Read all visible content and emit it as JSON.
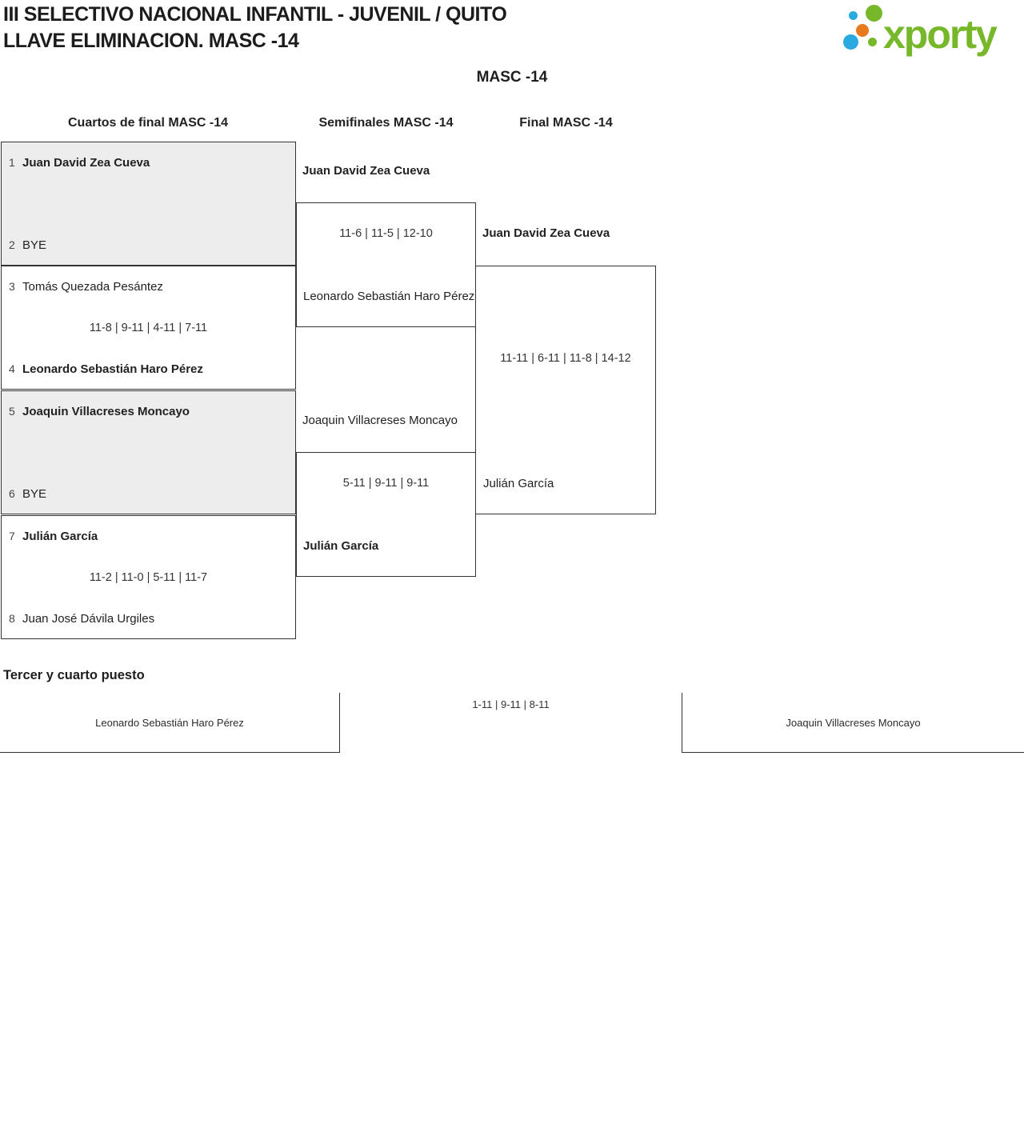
{
  "header": {
    "title_line1": "III SELECTIVO NACIONAL INFANTIL - JUVENIL / QUITO",
    "title_line2": "LLAVE ELIMINACION. MASC -14",
    "logo_text": "xporty"
  },
  "category_heading": "MASC -14",
  "round_headers": {
    "quarterfinals": "Cuartos de final MASC -14",
    "semifinals": "Semifinales MASC -14",
    "final": "Final MASC -14"
  },
  "bracket": {
    "quarterfinals": [
      {
        "seed1": "1",
        "player1": "Juan David Zea Cueva",
        "score": "",
        "seed2": "2",
        "player2": "BYE"
      },
      {
        "seed1": "3",
        "player1": "Tomás Quezada Pesántez",
        "score": "11-8 | 9-11 | 4-11 | 7-11",
        "seed2": "4",
        "player2": "Leonardo Sebastián Haro Pérez"
      },
      {
        "seed1": "5",
        "player1": "Joaquin Villacreses Moncayo",
        "score": "",
        "seed2": "6",
        "player2": "BYE"
      },
      {
        "seed1": "7",
        "player1": "Julián García",
        "score": "11-2 | 11-0 | 5-11 | 11-7",
        "seed2": "8",
        "player2": "Juan José Dávila Urgiles"
      }
    ],
    "semifinals": [
      {
        "player1": "Juan David Zea Cueva",
        "score": "11-6 | 11-5 | 12-10",
        "player2": "Leonardo Sebastián Haro Pérez"
      },
      {
        "player1": "Joaquin Villacreses Moncayo",
        "score": "5-11 | 9-11 | 9-11",
        "player2": "Julián García"
      }
    ],
    "final": {
      "player1": "Juan David Zea Cueva",
      "score": "11-11 | 6-11 | 11-8 | 14-12",
      "player2": "Julián García"
    }
  },
  "third_place": {
    "heading": "Tercer y cuarto puesto",
    "player1": "Leonardo Sebastián Haro Pérez",
    "score": "1-11 | 9-11 | 8-11",
    "player2": "Joaquin Villacreses Moncayo"
  },
  "colors": {
    "logo_green": "#76b82a",
    "logo_blue": "#29a9e0",
    "logo_orange": "#e8791c",
    "shaded_box": "#ededed",
    "border": "#333333"
  }
}
